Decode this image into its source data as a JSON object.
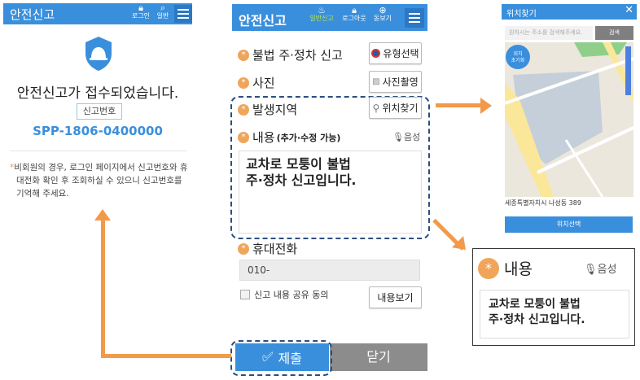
{
  "colors": {
    "brand": "#3a8fdc",
    "accent": "#f29a4a",
    "highlight": "#b9e34a"
  },
  "done_screen": {
    "header": {
      "title": "안전신고",
      "login": "로그인",
      "general": "일반",
      "login_icon": "lock-icon",
      "general_icon": "search-icon"
    },
    "message": "안전신고가 접수되었습니다.",
    "number_label": "신고번호",
    "number": "SPP-1806-0400000",
    "note": "비회원의 경우, 로그인 페이지에서 신고번호와 휴대전화 확인 후 조회하실 수 있으니 신고번호를 기억해 주세요."
  },
  "form": {
    "header": {
      "title": "안전신고",
      "general_report": "일반신고",
      "logout": "로그아웃",
      "magnifier": "돋보기"
    },
    "fields": {
      "type_label": "불법 주·정차 신고",
      "type_button": "유형선택",
      "photo_label": "사진",
      "photo_button": "사진촬영",
      "location_label": "발생지역",
      "location_button": "위치찾기",
      "content_label": "내용",
      "content_hint": "(추가·수정 가능)",
      "voice_button": "음성",
      "content_value_line1": "교차로 모퉁이 불법",
      "content_value_line2": "주·정차 신고입니다.",
      "phone_label": "휴대전화",
      "phone_value": "010-",
      "consent_label": "신고 내용 공유 동의",
      "consent_checked": false,
      "view_button": "내용보기"
    },
    "submit": "제출",
    "close": "닫기"
  },
  "location_popup": {
    "title": "위치찾기",
    "search_placeholder": "원하시는 주소를 검색해주세요.",
    "search_button": "검색",
    "reset_line1": "위치",
    "reset_line2": "초기화",
    "address": "세종특별자치시 나성동 389",
    "select_button": "위치선택"
  },
  "content_zoom": {
    "label": "내용",
    "voice": "음성",
    "line1": "교차로 모퉁이 불법",
    "line2": "주·정차 신고입니다."
  }
}
